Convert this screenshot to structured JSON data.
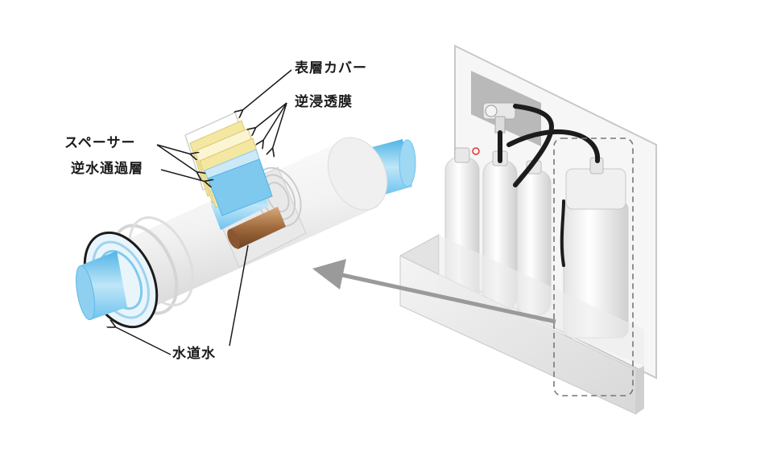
{
  "labels": {
    "surface_cover": "表層カバー",
    "ro_membrane": "逆浸透膜",
    "spacer": "スペーサー",
    "permeate_layer": "逆水通過層",
    "tap_water": "水道水"
  },
  "colors": {
    "membrane_yellow": "#f4e7a2",
    "water_blue": "#7fc9ee",
    "core_brown": "#a0693c",
    "cylinder_white": "#f3f3f3",
    "outline_dark": "#222222"
  }
}
